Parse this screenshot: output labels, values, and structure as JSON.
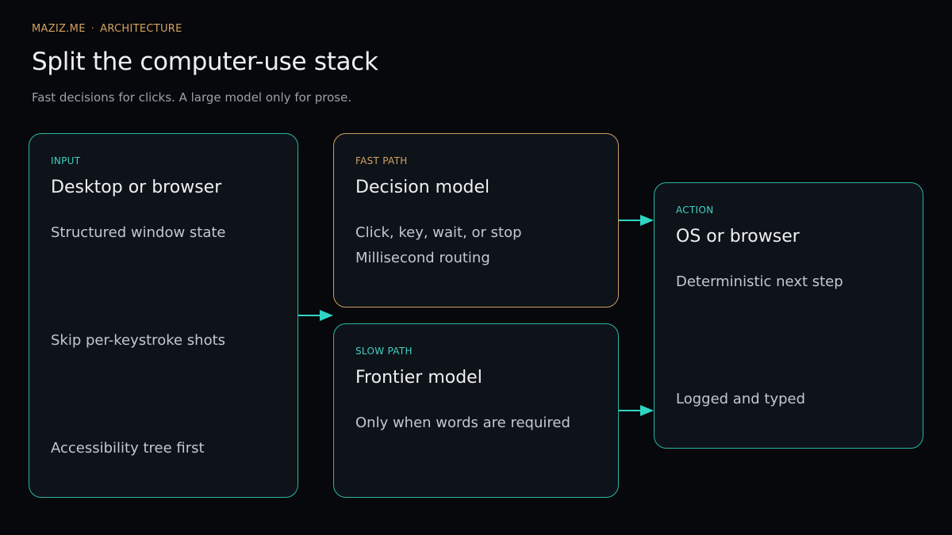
{
  "header": {
    "site": "MAZIZ.ME",
    "separator": "·",
    "section": "ARCHITECTURE",
    "title": "Split the computer-use stack",
    "subtitle": "Fast decisions for clicks. A large model only for prose."
  },
  "cards": {
    "input": {
      "tag": "INPUT",
      "title": "Desktop or browser",
      "lines": [
        "Structured window state",
        "Skip per-keystroke shots",
        "Accessibility tree first"
      ]
    },
    "fast": {
      "tag": "FAST PATH",
      "title": "Decision model",
      "lines": [
        "Click, key, wait, or stop",
        "Millisecond routing"
      ]
    },
    "slow": {
      "tag": "SLOW PATH",
      "title": "Frontier model",
      "lines": [
        "Only when words are required"
      ]
    },
    "action": {
      "tag": "ACTION",
      "title": "OS or browser",
      "lines": [
        "Deterministic next step",
        "Logged and typed"
      ]
    }
  },
  "colors": {
    "background": "#07080b",
    "card_fill": "#0e1219",
    "teal_accent": "#2bb6a6",
    "amber_accent": "#c9a064",
    "arrow": "#2fd6c4"
  }
}
